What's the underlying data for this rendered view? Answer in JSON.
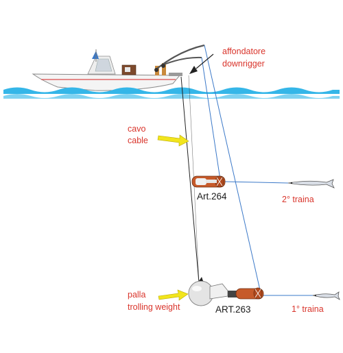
{
  "labels": {
    "downrigger_it": "affondatore",
    "downrigger_en": "downrigger",
    "cable_it": "cavo",
    "cable_en": "cable",
    "weight_it": "palla",
    "weight_en": "trolling weight",
    "release_upper": "Art.264",
    "release_lower": "ART.263",
    "trolling_line_2": "2° traina",
    "trolling_line_1": "1° traina"
  },
  "colors": {
    "label_red": "#d9342b",
    "line_blue": "#3a78c8",
    "cable_black": "#222222",
    "pointer_yellow": "#f2e51d",
    "water": "#35b6e8",
    "release_body": "#c65a2a"
  }
}
